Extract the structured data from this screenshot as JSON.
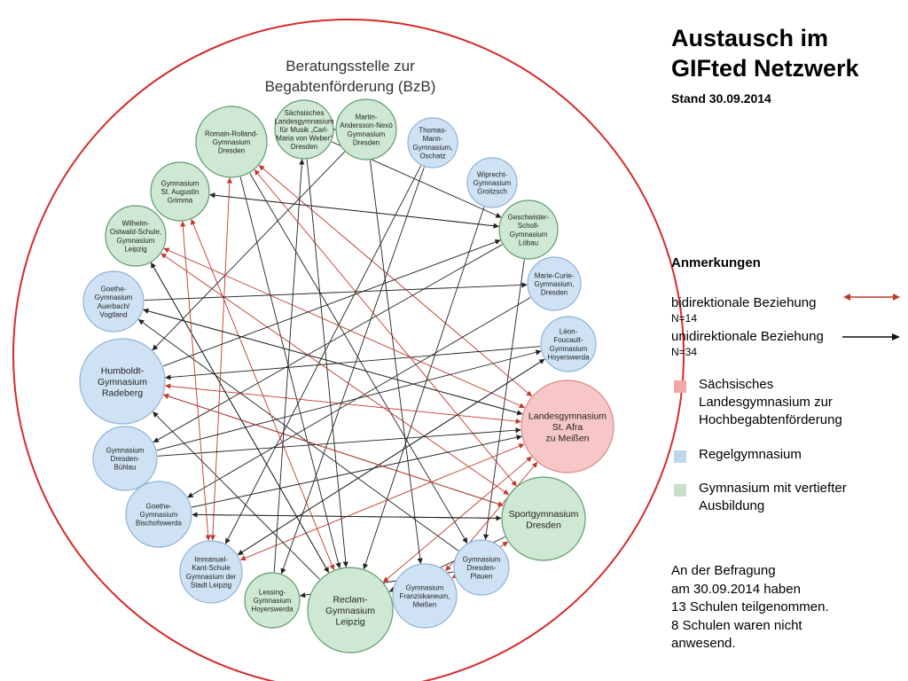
{
  "title": {
    "line1": "Austausch im",
    "line2": "GIFted Netzwerk"
  },
  "stand": "Stand 30.09.2014",
  "circle_title": {
    "line1": "Beratungsstelle zur",
    "line2": "Begabtenförderung (BzB)"
  },
  "notes": {
    "heading": "Anmerkungen",
    "bidirectional": "bidirektionale Beziehung",
    "bidirectional_n": "N=14",
    "unidirectional": "unidirektionale Beziehung",
    "unidirectional_n": "N=34"
  },
  "legend": [
    {
      "label": "Sächsisches Landesgymnasium zur Hochbegabtenförderung",
      "color": "#f4a6a6"
    },
    {
      "label": "Regelgymnasium",
      "color": "#bdd7ee"
    },
    {
      "label": "Gymnasium mit vertiefter Ausbildung",
      "color": "#c6e0cc"
    }
  ],
  "footer": {
    "line1": "An der Befragung",
    "line2": "am 30.09.2014 haben",
    "line3": "13 Schulen teilgenommen.",
    "line4": "8 Schulen waren nicht",
    "line5": "anwesend."
  },
  "colors": {
    "landesgymnasium": "#f7c6c6",
    "regelgymnasium": "#cfe2f3",
    "vertieft": "#cfe8d4",
    "outer_circle": "#d62b2b",
    "bidirectional": "#c0392b",
    "unidirectional": "#222222"
  },
  "nodes": [
    {
      "id": "romain",
      "type": "vertieft",
      "lines": [
        "Romain-Rolland-",
        "Gymnasium",
        "Dresden"
      ]
    },
    {
      "id": "landesmusik",
      "type": "vertieft",
      "lines": [
        "Sächsisches",
        "Landesgymnasium",
        "für Musik „Carl-",
        "Maria von Weber“",
        "Dresden"
      ]
    },
    {
      "id": "nexoe",
      "type": "vertieft",
      "lines": [
        "Martin-",
        "Andersson-Nexö",
        "Gymnasium",
        "Dresden"
      ]
    },
    {
      "id": "oschatz",
      "type": "regel",
      "lines": [
        "Thomas-",
        "Mann-",
        "Gymnasium,",
        "Oschatz"
      ]
    },
    {
      "id": "groitzsch",
      "type": "regel",
      "lines": [
        "Wiprecht-",
        "Gymnasium",
        "Groitzsch"
      ]
    },
    {
      "id": "loebau",
      "type": "vertieft",
      "lines": [
        "Geschwister-",
        "Scholl-",
        "Gymnasium",
        "Löbau"
      ]
    },
    {
      "id": "curie",
      "type": "regel",
      "lines": [
        "Marie-Curie-",
        "Gymnasium,",
        "Dresden"
      ]
    },
    {
      "id": "foucault",
      "type": "regel",
      "lines": [
        "Léon-",
        "Foucault-",
        "Gymnasium",
        "Hoyerswerda"
      ]
    },
    {
      "id": "afra",
      "type": "landes",
      "lines": [
        "Landesgymnasium",
        "St. Afra",
        "zu Meißen"
      ]
    },
    {
      "id": "sport",
      "type": "vertieft",
      "lines": [
        "Sportgymnasium",
        "Dresden"
      ]
    },
    {
      "id": "plauen",
      "type": "regel",
      "lines": [
        "Gymnasium",
        "Dresden-",
        "Plauen"
      ]
    },
    {
      "id": "franz",
      "type": "regel",
      "lines": [
        "Gymnasium",
        "Franziskaneum,",
        "Meißen"
      ]
    },
    {
      "id": "reclam",
      "type": "vertieft",
      "lines": [
        "Reclam-",
        "Gymnasium",
        "Leipzig"
      ]
    },
    {
      "id": "lessing",
      "type": "vertieft",
      "lines": [
        "Lessing-",
        "Gymnasium",
        "Hoyerswerda"
      ]
    },
    {
      "id": "kant",
      "type": "regel",
      "lines": [
        "Immanuel-",
        "Kant-Schule",
        "Gymnasium der",
        "Stadt Leipzig"
      ]
    },
    {
      "id": "goethe_bi",
      "type": "regel",
      "lines": [
        "Goethe-",
        "Gymnasium",
        "Bischofswerda"
      ]
    },
    {
      "id": "buehlau",
      "type": "regel",
      "lines": [
        "Gymnasium",
        "Dresden-",
        "Bühlau"
      ]
    },
    {
      "id": "humboldt",
      "type": "regel",
      "lines": [
        "Humboldt-",
        "Gymnasium",
        "Radeberg"
      ]
    },
    {
      "id": "goethe_au",
      "type": "regel",
      "lines": [
        "Goethe-",
        "Gymnasium",
        "Auerbach/",
        "Vogtland"
      ]
    },
    {
      "id": "ostwald",
      "type": "vertieft",
      "lines": [
        "Wilhelm-",
        "Ostwald-Schule,",
        "Gymnasium",
        "Leipzig"
      ]
    },
    {
      "id": "augustin",
      "type": "vertieft",
      "lines": [
        "Gymnasium",
        "St. Augustin",
        "Grimma"
      ]
    }
  ],
  "edges": [
    {
      "from": "romain",
      "to": "afra",
      "kind": "bi"
    },
    {
      "from": "romain",
      "to": "sport",
      "kind": "bi"
    },
    {
      "from": "romain",
      "to": "reclam",
      "kind": "uni"
    },
    {
      "from": "romain",
      "to": "plauen",
      "kind": "uni"
    },
    {
      "from": "landesmusik",
      "to": "nexoe",
      "kind": "uni"
    },
    {
      "from": "landesmusik",
      "to": "loebau",
      "kind": "uni"
    },
    {
      "from": "landesmusik",
      "to": "reclam",
      "kind": "uni"
    },
    {
      "from": "nexoe",
      "to": "franz",
      "kind": "uni"
    },
    {
      "from": "nexoe",
      "to": "humboldt",
      "kind": "uni"
    },
    {
      "from": "oschatz",
      "to": "kant",
      "kind": "uni"
    },
    {
      "from": "oschatz",
      "to": "lessing",
      "kind": "uni"
    },
    {
      "from": "groitzsch",
      "to": "reclam",
      "kind": "uni"
    },
    {
      "from": "loebau",
      "to": "augustin",
      "kind": "uni"
    },
    {
      "from": "loebau",
      "to": "buehlau",
      "kind": "uni"
    },
    {
      "from": "loebau",
      "to": "plauen",
      "kind": "uni"
    },
    {
      "from": "curie",
      "to": "goethe_bi",
      "kind": "uni"
    },
    {
      "from": "foucault",
      "to": "humboldt",
      "kind": "uni"
    },
    {
      "from": "foucault",
      "to": "kant",
      "kind": "uni"
    },
    {
      "from": "afra",
      "to": "ostwald",
      "kind": "bi"
    },
    {
      "from": "afra",
      "to": "goethe_au",
      "kind": "uni"
    },
    {
      "from": "afra",
      "to": "humboldt",
      "kind": "bi"
    },
    {
      "from": "afra",
      "to": "kant",
      "kind": "bi"
    },
    {
      "from": "afra",
      "to": "franz",
      "kind": "bi"
    },
    {
      "from": "sport",
      "to": "humboldt",
      "kind": "uni"
    },
    {
      "from": "sport",
      "to": "goethe_bi",
      "kind": "uni"
    },
    {
      "from": "sport",
      "to": "ostwald",
      "kind": "bi"
    },
    {
      "from": "sport",
      "to": "reclam",
      "kind": "uni"
    },
    {
      "from": "plauen",
      "to": "goethe_au",
      "kind": "uni"
    },
    {
      "from": "plauen",
      "to": "lessing",
      "kind": "uni"
    },
    {
      "from": "franz",
      "to": "sport",
      "kind": "bi"
    },
    {
      "from": "reclam",
      "to": "ostwald",
      "kind": "uni"
    },
    {
      "from": "reclam",
      "to": "augustin",
      "kind": "bi"
    },
    {
      "from": "reclam",
      "to": "humboldt",
      "kind": "uni"
    },
    {
      "from": "reclam",
      "to": "afra",
      "kind": "bi"
    },
    {
      "from": "kant",
      "to": "romain",
      "kind": "bi"
    },
    {
      "from": "kant",
      "to": "foucault",
      "kind": "uni"
    },
    {
      "from": "goethe_bi",
      "to": "afra",
      "kind": "uni"
    },
    {
      "from": "goethe_bi",
      "to": "sport",
      "kind": "uni"
    },
    {
      "from": "buehlau",
      "to": "afra",
      "kind": "uni"
    },
    {
      "from": "buehlau",
      "to": "foucault",
      "kind": "uni"
    },
    {
      "from": "humboldt",
      "to": "loebau",
      "kind": "uni"
    },
    {
      "from": "humboldt",
      "to": "sport",
      "kind": "bi"
    },
    {
      "from": "goethe_au",
      "to": "afra",
      "kind": "uni"
    },
    {
      "from": "goethe_au",
      "to": "curie",
      "kind": "uni"
    },
    {
      "from": "ostwald",
      "to": "reclam",
      "kind": "uni"
    },
    {
      "from": "augustin",
      "to": "loebau",
      "kind": "uni"
    },
    {
      "from": "augustin",
      "to": "kant",
      "kind": "bi"
    },
    {
      "from": "lessing",
      "to": "landesmusik",
      "kind": "uni"
    }
  ]
}
